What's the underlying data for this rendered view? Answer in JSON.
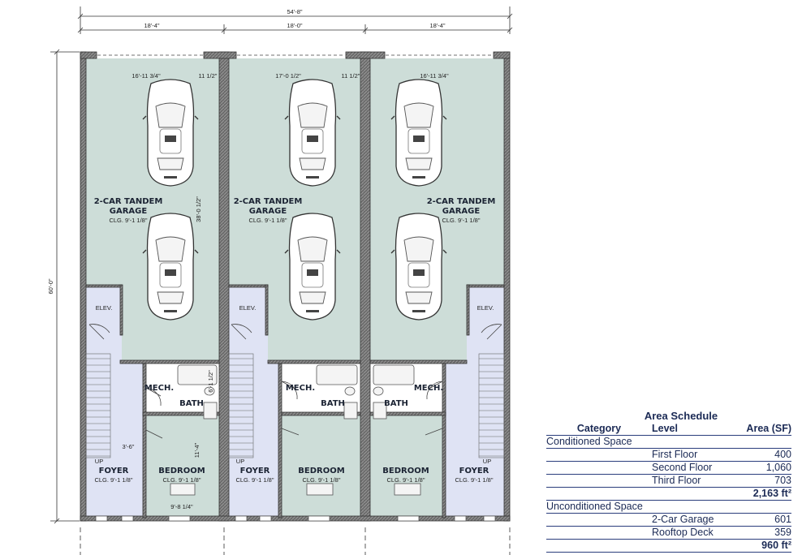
{
  "dimensions": {
    "overall_width": "54'-8\"",
    "unit_widths": [
      "18'-4\"",
      "18'-0\"",
      "18'-4\""
    ],
    "overall_depth": "60'-0\"",
    "garage_inner_widths": [
      "16'-11 3/4\"",
      "17'-0 1/2\"",
      "16'-11 3/4\""
    ],
    "wall_dims": [
      "11 1/2\"",
      "11 1/2\""
    ],
    "garage_depth": "38'-0 1/2\"",
    "bath_dim": "6'-1 1/2\"",
    "bedroom_depth": "11'-4\"",
    "bedroom_width": "9'-8 1/4\"",
    "foyer_dim": "3'-6\""
  },
  "rooms": {
    "garage": [
      "2-CAR TANDEM",
      "GARAGE"
    ],
    "garage_clg": "CLG.  9'-1 1/8\"",
    "elev": "ELEV.",
    "mech": "MECH.",
    "bath": "BATH",
    "bedroom": "BEDROOM",
    "foyer": "FOYER",
    "up": "UP",
    "room_clg": "CLG.  9'-1 1/8\""
  },
  "schedule": {
    "title": "Area Schedule",
    "headers": [
      "Category",
      "Level",
      "Area (SF)"
    ],
    "sections": [
      {
        "name": "Conditioned Space",
        "rows": [
          {
            "level": "First Floor",
            "area": "400"
          },
          {
            "level": "Second Floor",
            "area": "1,060"
          },
          {
            "level": "Third Floor",
            "area": "703"
          }
        ],
        "total": "2,163 ft²"
      },
      {
        "name": "Unconditioned Space",
        "rows": [
          {
            "level": "2-Car Garage",
            "area": "601"
          },
          {
            "level": "Rooftop Deck",
            "area": "359"
          }
        ],
        "total": "960 ft²"
      }
    ]
  },
  "colors": {
    "garage_fill": "#cdddd8",
    "foyer_fill": "#dfe3f4",
    "wall": "#444444",
    "schedule_text": "#1b2a55"
  }
}
